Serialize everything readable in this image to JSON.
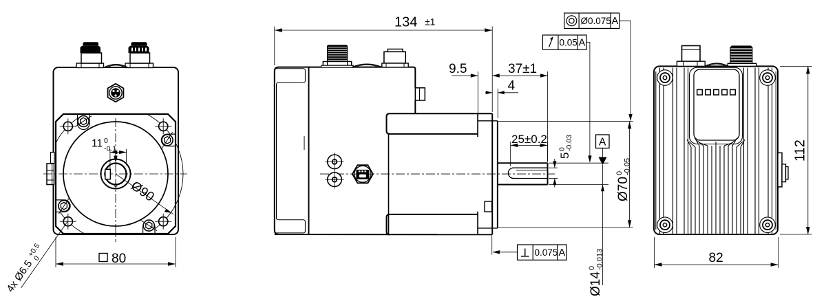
{
  "drawing": {
    "type": "engineering-drawing",
    "part": "integrated stepper/servo motor, three orthographic views",
    "views": {
      "front": {
        "dim_key_width": {
          "value": "11",
          "tol_upper": "0",
          "tol_lower": "-0.1"
        },
        "dim_bolt_circle": {
          "value": "Ø90"
        },
        "dim_flange": {
          "symbol": "square",
          "value": "80"
        },
        "dim_holes": {
          "value": "4x Ø6.5",
          "tol_upper": "+0.5",
          "tol_lower": "0"
        }
      },
      "side": {
        "dim_length": {
          "value": "134",
          "tol": "±1"
        },
        "dim_flange_thickness": {
          "value": "9.5"
        },
        "dim_shaft_length": {
          "value": "37±1"
        },
        "dim_pilot_length": {
          "value": "4"
        },
        "dim_keyway_length": {
          "value": "25±0.2"
        },
        "dim_keyway_width": {
          "value": "5",
          "tol_upper": "0",
          "tol_lower": "-0.03"
        },
        "dim_pilot_dia": {
          "value": "Ø70",
          "tol_upper": "0",
          "tol_lower": "-0.05"
        },
        "dim_shaft_dia": {
          "value": "Ø14",
          "tol_upper": "0",
          "tol_lower": "-0.013"
        },
        "gdt_concentricity": {
          "symbol": "concentricity",
          "value": "Ø0.075",
          "datum": "A"
        },
        "gdt_runout": {
          "symbol": "circular-runout",
          "value": "0.05",
          "datum": "A"
        },
        "gdt_perpendicularity": {
          "symbol": "perpendicularity",
          "value": "0.075",
          "datum": "A"
        },
        "datum_label": {
          "value": "A"
        }
      },
      "rear": {
        "dim_height": {
          "value": "112"
        },
        "dim_width": {
          "value": "82"
        },
        "led_count": 5
      }
    },
    "colors": {
      "line": "#000000",
      "background": "#ffffff"
    }
  }
}
